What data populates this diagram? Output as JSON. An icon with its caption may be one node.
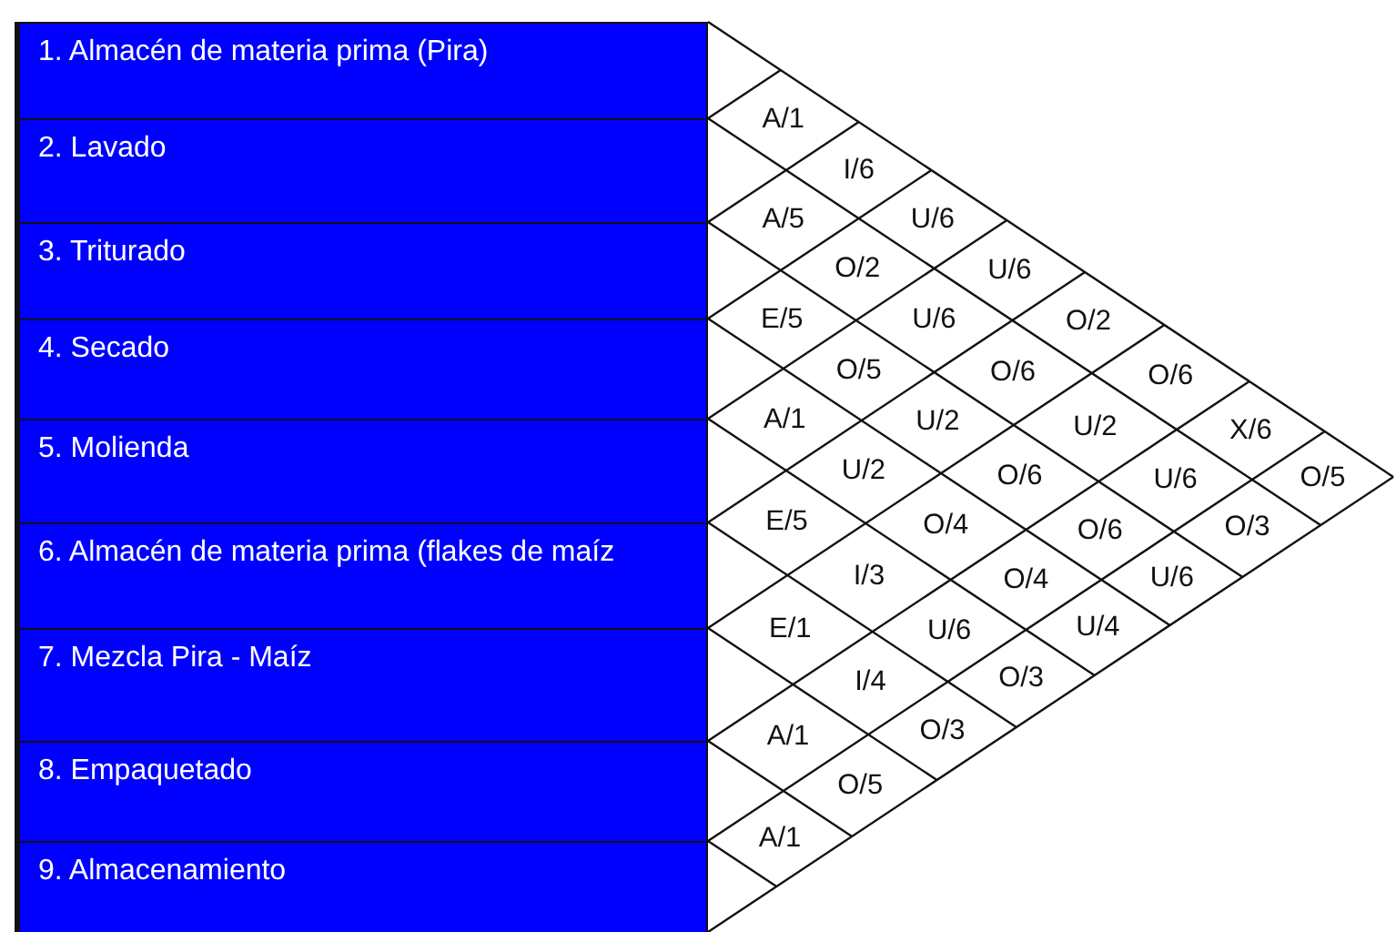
{
  "diagram": {
    "nodes": [
      {
        "text": [
          "1. Almacén de materia prima (Pira)"
        ]
      },
      {
        "text": [
          "2. Lavado"
        ]
      },
      {
        "text": [
          "3. Triturado"
        ]
      },
      {
        "text": [
          "4. Secado"
        ]
      },
      {
        "text": [
          "5. Molienda"
        ]
      },
      {
        "text": [
          "6. Almacén de materia prima (flakes de maíz"
        ]
      },
      {
        "text": [
          "7. Mezcla Pira - Maíz"
        ]
      },
      {
        "text": [
          "8. Empaquetado"
        ]
      },
      {
        "text": [
          "9. Almacenamiento"
        ]
      }
    ],
    "labels": [
      "A/1",
      "I/6",
      "A/5",
      "U/6",
      "O/2",
      "U/6",
      "E/5",
      "U/6",
      "O/2",
      "O/5",
      "O/6",
      "O/6",
      "A/1",
      "U/2",
      "U/2",
      "X/6",
      "U/2",
      "O/6",
      "U/6",
      "O/5",
      "E/5",
      "O/4",
      "O/6",
      "O/3",
      "I/3",
      "O/4",
      "U/6",
      "E/1",
      "U/6",
      "U/4",
      "I/4",
      "O/3",
      "A/1",
      "O/3",
      "O/5",
      "A/1"
    ]
  }
}
